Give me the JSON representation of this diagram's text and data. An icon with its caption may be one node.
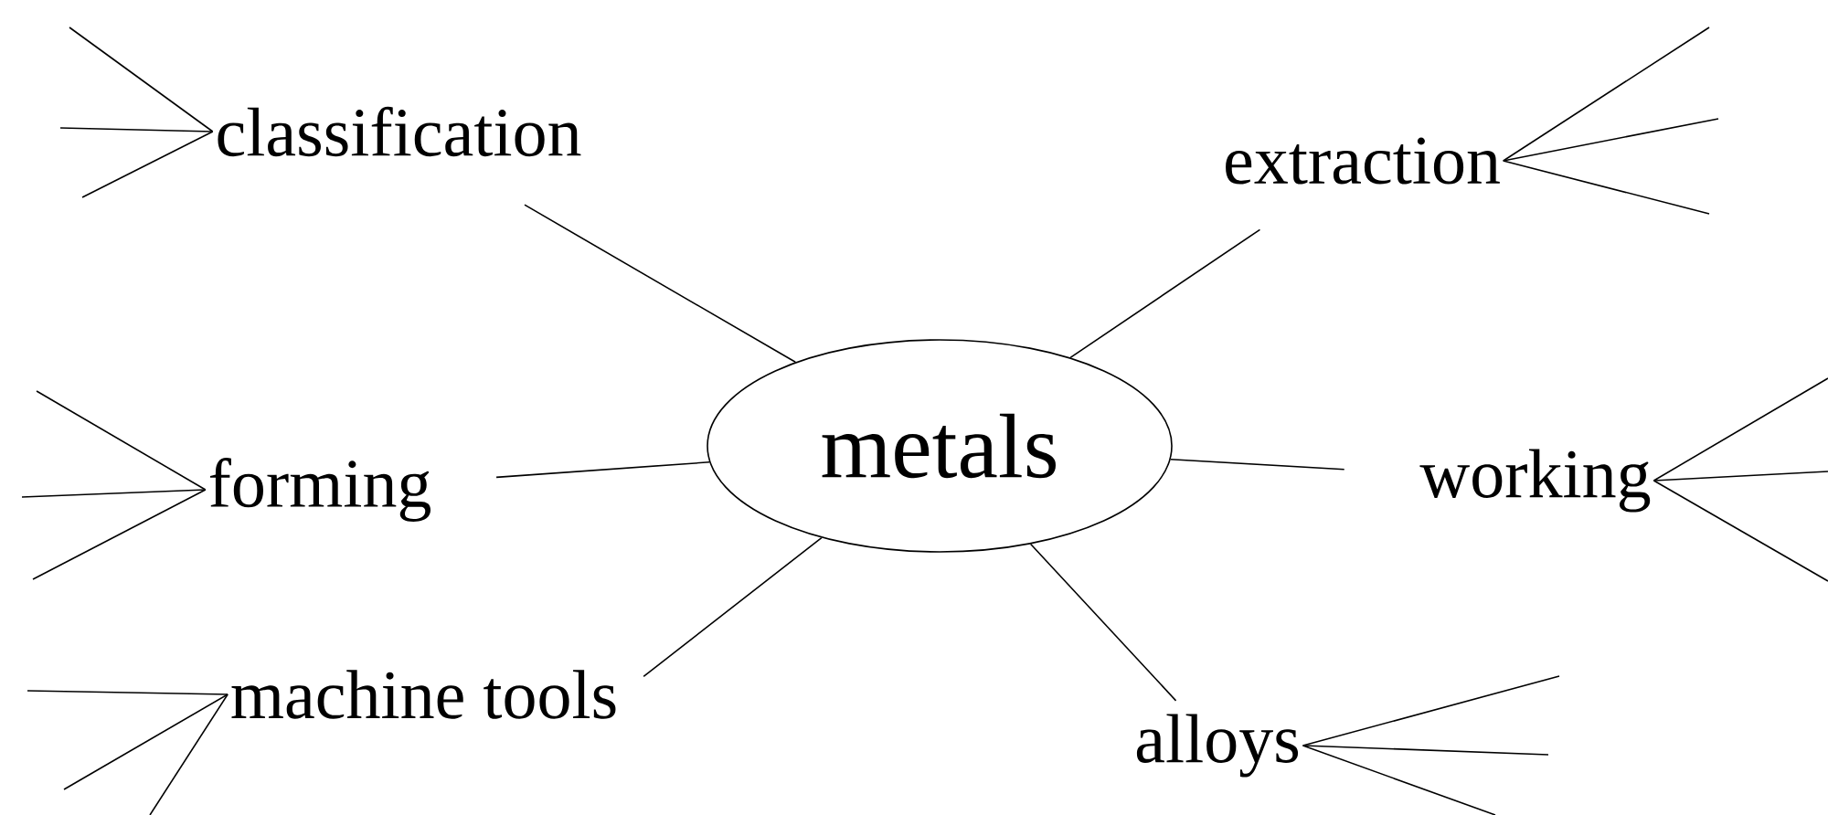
{
  "diagram": {
    "nodes": [
      {
        "text": [
          "metals"
        ]
      },
      {
        "text": [
          "classification"
        ]
      },
      {
        "text": [
          "extraction"
        ]
      },
      {
        "text": [
          "forming"
        ]
      },
      {
        "text": [
          "working"
        ]
      },
      {
        "text": [
          "machine tools"
        ]
      },
      {
        "text": [
          "alloys"
        ]
      }
    ],
    "edges": [
      {
        "from": 0,
        "to": 1,
        "arrow": "none"
      },
      {
        "from": 0,
        "to": 2,
        "arrow": "none"
      },
      {
        "from": 0,
        "to": 3,
        "arrow": "none"
      },
      {
        "from": 0,
        "to": 4,
        "arrow": "none"
      },
      {
        "from": 0,
        "to": 5,
        "arrow": "none"
      },
      {
        "from": 0,
        "to": 6,
        "arrow": "none"
      },
      {
        "from": null,
        "to": 1,
        "arrow": "none"
      },
      {
        "from": null,
        "to": 1,
        "arrow": "none"
      },
      {
        "from": null,
        "to": 1,
        "arrow": "none"
      },
      {
        "from": null,
        "to": 2,
        "arrow": "none"
      },
      {
        "from": null,
        "to": 2,
        "arrow": "none"
      },
      {
        "from": null,
        "to": 2,
        "arrow": "none"
      },
      {
        "from": null,
        "to": 3,
        "arrow": "none"
      },
      {
        "from": null,
        "to": 3,
        "arrow": "none"
      },
      {
        "from": null,
        "to": 3,
        "arrow": "none"
      },
      {
        "from": null,
        "to": 4,
        "arrow": "none"
      },
      {
        "from": null,
        "to": 4,
        "arrow": "none"
      },
      {
        "from": null,
        "to": 4,
        "arrow": "none"
      },
      {
        "from": null,
        "to": 5,
        "arrow": "none"
      },
      {
        "from": null,
        "to": 5,
        "arrow": "none"
      },
      {
        "from": null,
        "to": 5,
        "arrow": "none"
      },
      {
        "from": null,
        "to": 6,
        "arrow": "none"
      },
      {
        "from": null,
        "to": 6,
        "arrow": "none"
      },
      {
        "from": null,
        "to": 6,
        "arrow": "none"
      }
    ]
  }
}
